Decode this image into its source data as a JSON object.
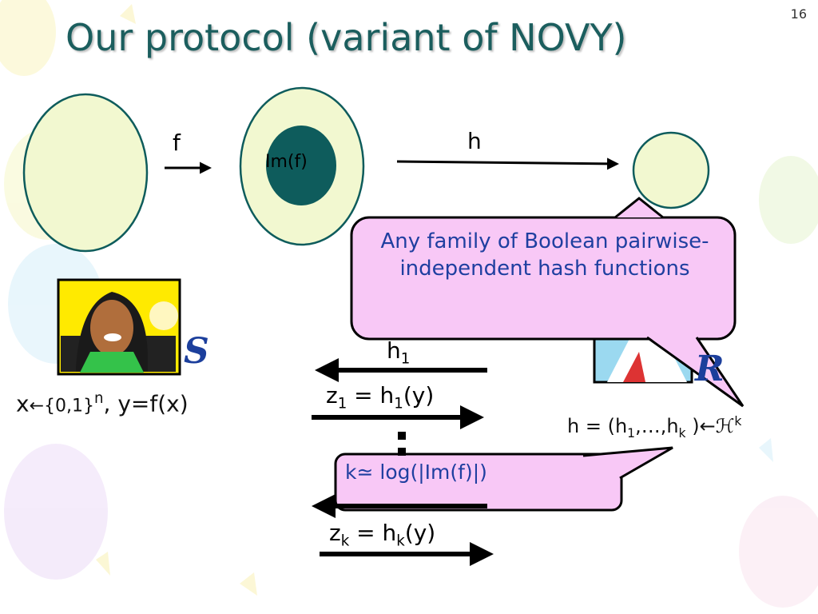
{
  "slide_number": "16",
  "title": "Our protocol (variant of NOVY)",
  "diagram": {
    "label_f": "f",
    "label_h": "h",
    "label_imf": "Im(f)"
  },
  "callout_1": "Any family of Boolean pairwise-independent hash functions",
  "callout_2": {
    "k": "k",
    "sim": "≃",
    "rest": " log(|Im(f)|)"
  },
  "parties": {
    "sender_symbol": "S",
    "receiver_symbol": "R"
  },
  "sender_eq": {
    "x": "x",
    "arrow": "←",
    "set": "{0,1}",
    "exp": "n",
    "rest": ", y=f(x)"
  },
  "receiver_eq": {
    "lhs": "h = (h",
    "s1": "1",
    "mid": ",…,h",
    "sk": "k",
    "rhs": " )",
    "arrow": "←",
    "family": "ℋ",
    "exp": "k"
  },
  "messages": {
    "h1": {
      "base": "h",
      "sub": "1"
    },
    "z1": {
      "z": "z",
      "zsub": "1",
      "eq": " = h",
      "hsub": "1",
      "arg": "(y)"
    },
    "zk": {
      "z": "z",
      "zsub": "k",
      "eq": " = h",
      "hsub": "k",
      "arg": "(y)"
    },
    "ellipsis": ":"
  },
  "colors": {
    "title": "#1b5e5e",
    "ellipse_fill": "#f2f8d0",
    "imf_fill": "#0e5c5c",
    "callout_fill": "#f8c8f6",
    "callout_text": "#1f3fa0",
    "party_symbol": "#1c3f9c"
  }
}
